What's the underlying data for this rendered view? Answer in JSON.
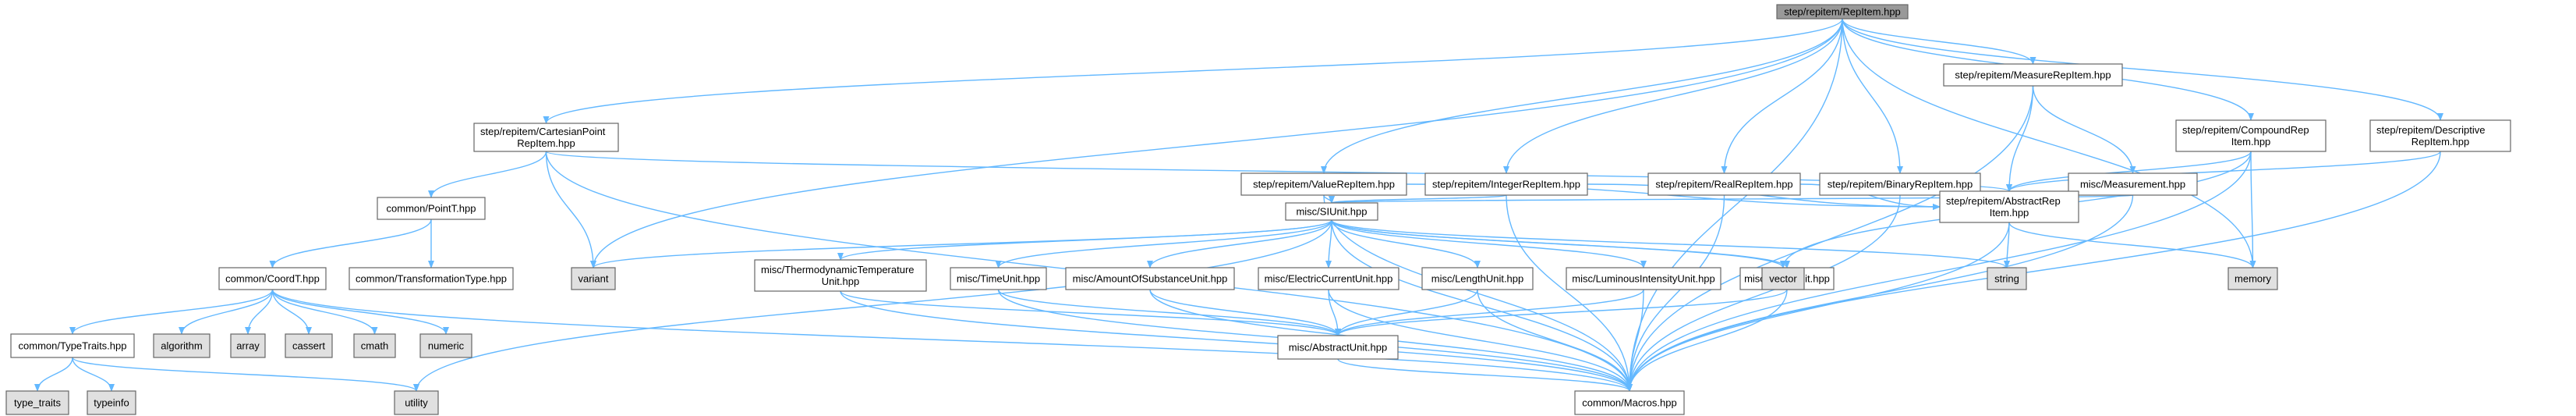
{
  "colors": {
    "edge": "#63b8ff",
    "node_fill": "#ffffff",
    "node_root_fill": "#999999",
    "node_external_fill": "#e0e0e0",
    "node_border": "#666666",
    "text": "#000000"
  },
  "graph": {
    "nodes": [
      {
        "id": "root",
        "lines": [
          "step/repitem/RepItem.hpp"
        ],
        "style": "root"
      },
      {
        "id": "cartesian",
        "lines": [
          "step/repitem/CartesianPoint",
          "RepItem.hpp"
        ],
        "style": "node"
      },
      {
        "id": "valuerep",
        "lines": [
          "step/repitem/ValueRepItem.hpp"
        ],
        "style": "node"
      },
      {
        "id": "integerrep",
        "lines": [
          "step/repitem/IntegerRepItem.hpp"
        ],
        "style": "node"
      },
      {
        "id": "realrep",
        "lines": [
          "step/repitem/RealRepItem.hpp"
        ],
        "style": "node"
      },
      {
        "id": "binaryrep",
        "lines": [
          "step/repitem/BinaryRepItem.hpp"
        ],
        "style": "node"
      },
      {
        "id": "measurerep",
        "lines": [
          "step/repitem/MeasureRepItem.hpp"
        ],
        "style": "node"
      },
      {
        "id": "measurement",
        "lines": [
          "misc/Measurement.hpp"
        ],
        "style": "node"
      },
      {
        "id": "compoundrep",
        "lines": [
          "step/repitem/CompoundRep",
          "Item.hpp"
        ],
        "style": "node"
      },
      {
        "id": "descriptive",
        "lines": [
          "step/repitem/Descriptive",
          "RepItem.hpp"
        ],
        "style": "node"
      },
      {
        "id": "abstractrep",
        "lines": [
          "step/repitem/AbstractRep",
          "Item.hpp"
        ],
        "style": "node"
      },
      {
        "id": "siunit",
        "lines": [
          "misc/SIUnit.hpp"
        ],
        "style": "node"
      },
      {
        "id": "pointt",
        "lines": [
          "common/PointT.hpp"
        ],
        "style": "node"
      },
      {
        "id": "transformtype",
        "lines": [
          "common/TransformationType.hpp"
        ],
        "style": "node"
      },
      {
        "id": "coordt",
        "lines": [
          "common/CoordT.hpp"
        ],
        "style": "node"
      },
      {
        "id": "typetraits",
        "lines": [
          "common/TypeTraits.hpp"
        ],
        "style": "node"
      },
      {
        "id": "thermo",
        "lines": [
          "misc/ThermodynamicTemperature",
          "Unit.hpp"
        ],
        "style": "node"
      },
      {
        "id": "timeunit",
        "lines": [
          "misc/TimeUnit.hpp"
        ],
        "style": "node"
      },
      {
        "id": "amountunit",
        "lines": [
          "misc/AmountOfSubstanceUnit.hpp"
        ],
        "style": "node"
      },
      {
        "id": "electricunit",
        "lines": [
          "misc/ElectricCurrentUnit.hpp"
        ],
        "style": "node"
      },
      {
        "id": "lengthunit",
        "lines": [
          "misc/LengthUnit.hpp"
        ],
        "style": "node"
      },
      {
        "id": "luminousunit",
        "lines": [
          "misc/LuminousIntensityUnit.hpp"
        ],
        "style": "node"
      },
      {
        "id": "massunit",
        "lines": [
          "misc/MassUnit.hpp"
        ],
        "style": "node"
      },
      {
        "id": "abstractunit",
        "lines": [
          "misc/AbstractUnit.hpp"
        ],
        "style": "node"
      },
      {
        "id": "macros",
        "lines": [
          "common/Macros.hpp"
        ],
        "style": "node"
      },
      {
        "id": "variant",
        "lines": [
          "variant"
        ],
        "style": "external"
      },
      {
        "id": "vector",
        "lines": [
          "vector"
        ],
        "style": "external"
      },
      {
        "id": "string",
        "lines": [
          "string"
        ],
        "style": "external"
      },
      {
        "id": "memory",
        "lines": [
          "memory"
        ],
        "style": "external"
      },
      {
        "id": "algorithm",
        "lines": [
          "algorithm"
        ],
        "style": "external"
      },
      {
        "id": "array",
        "lines": [
          "array"
        ],
        "style": "external"
      },
      {
        "id": "cassert",
        "lines": [
          "cassert"
        ],
        "style": "external"
      },
      {
        "id": "cmath",
        "lines": [
          "cmath"
        ],
        "style": "external"
      },
      {
        "id": "numeric",
        "lines": [
          "numeric"
        ],
        "style": "external"
      },
      {
        "id": "type_traits",
        "lines": [
          "type_traits"
        ],
        "style": "external"
      },
      {
        "id": "typeinfo",
        "lines": [
          "typeinfo"
        ],
        "style": "external"
      },
      {
        "id": "utility",
        "lines": [
          "utility"
        ],
        "style": "external"
      }
    ],
    "edges": [
      [
        "root",
        "cartesian"
      ],
      [
        "root",
        "valuerep"
      ],
      [
        "root",
        "integerrep"
      ],
      [
        "root",
        "realrep"
      ],
      [
        "root",
        "binaryrep"
      ],
      [
        "root",
        "measurerep"
      ],
      [
        "root",
        "compoundrep"
      ],
      [
        "root",
        "descriptive"
      ],
      [
        "root",
        "variant"
      ],
      [
        "root",
        "macros"
      ],
      [
        "root",
        "memory"
      ],
      [
        "cartesian",
        "pointt"
      ],
      [
        "cartesian",
        "abstractrep"
      ],
      [
        "cartesian",
        "variant"
      ],
      [
        "cartesian",
        "macros"
      ],
      [
        "valuerep",
        "siunit"
      ],
      [
        "valuerep",
        "abstractrep"
      ],
      [
        "valuerep",
        "macros"
      ],
      [
        "integerrep",
        "siunit"
      ],
      [
        "integerrep",
        "abstractrep"
      ],
      [
        "integerrep",
        "macros"
      ],
      [
        "realrep",
        "abstractrep"
      ],
      [
        "realrep",
        "macros"
      ],
      [
        "binaryrep",
        "abstractrep"
      ],
      [
        "binaryrep",
        "macros"
      ],
      [
        "measurerep",
        "measurement"
      ],
      [
        "measurerep",
        "abstractrep"
      ],
      [
        "measurerep",
        "macros"
      ],
      [
        "measurement",
        "siunit"
      ],
      [
        "measurement",
        "macros"
      ],
      [
        "compoundrep",
        "abstractrep"
      ],
      [
        "compoundrep",
        "vector"
      ],
      [
        "compoundrep",
        "memory"
      ],
      [
        "compoundrep",
        "macros"
      ],
      [
        "descriptive",
        "abstractrep"
      ],
      [
        "descriptive",
        "macros"
      ],
      [
        "abstractrep",
        "string"
      ],
      [
        "abstractrep",
        "memory"
      ],
      [
        "abstractrep",
        "macros"
      ],
      [
        "siunit",
        "variant"
      ],
      [
        "siunit",
        "thermo"
      ],
      [
        "siunit",
        "timeunit"
      ],
      [
        "siunit",
        "amountunit"
      ],
      [
        "siunit",
        "electricunit"
      ],
      [
        "siunit",
        "lengthunit"
      ],
      [
        "siunit",
        "luminousunit"
      ],
      [
        "siunit",
        "massunit"
      ],
      [
        "siunit",
        "vector"
      ],
      [
        "siunit",
        "string"
      ],
      [
        "siunit",
        "utility"
      ],
      [
        "siunit",
        "macros"
      ],
      [
        "pointt",
        "coordt"
      ],
      [
        "pointt",
        "transformtype"
      ],
      [
        "coordt",
        "typetraits"
      ],
      [
        "coordt",
        "algorithm"
      ],
      [
        "coordt",
        "array"
      ],
      [
        "coordt",
        "cassert"
      ],
      [
        "coordt",
        "cmath"
      ],
      [
        "coordt",
        "numeric"
      ],
      [
        "coordt",
        "macros"
      ],
      [
        "typetraits",
        "type_traits"
      ],
      [
        "typetraits",
        "typeinfo"
      ],
      [
        "typetraits",
        "utility"
      ],
      [
        "thermo",
        "abstractunit"
      ],
      [
        "thermo",
        "macros"
      ],
      [
        "timeunit",
        "abstractunit"
      ],
      [
        "timeunit",
        "macros"
      ],
      [
        "amountunit",
        "abstractunit"
      ],
      [
        "amountunit",
        "macros"
      ],
      [
        "electricunit",
        "abstractunit"
      ],
      [
        "electricunit",
        "macros"
      ],
      [
        "lengthunit",
        "abstractunit"
      ],
      [
        "lengthunit",
        "macros"
      ],
      [
        "luminousunit",
        "abstractunit"
      ],
      [
        "luminousunit",
        "macros"
      ],
      [
        "massunit",
        "abstractunit"
      ],
      [
        "massunit",
        "macros"
      ],
      [
        "abstractunit",
        "macros"
      ]
    ]
  }
}
